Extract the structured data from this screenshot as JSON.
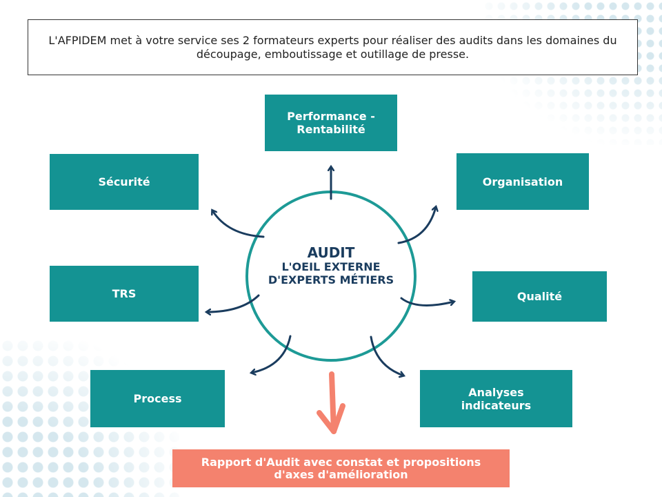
{
  "intro_text": "L'AFPIDEM met à votre service ses 2 formateurs experts pour réaliser des audits dans les domaines du découpage, emboutissage et outillage de presse.",
  "center": {
    "title": "AUDIT",
    "line1": "L'OEIL EXTERNE",
    "line2": "D'EXPERTS MÉTIERS"
  },
  "boxes": {
    "performance": "Performance - Rentabilité",
    "securite": "Sécurité",
    "organisation": "Organisation",
    "trs": "TRS",
    "qualite": "Qualité",
    "process": "Process",
    "analyses": "Analyses indicateurs"
  },
  "report": "Rapport d'Audit avec constat et propositions d'axes d'amélioration",
  "colors": {
    "teal": "#149393",
    "navy": "#1a3c5e",
    "salmon": "#f4826e"
  }
}
